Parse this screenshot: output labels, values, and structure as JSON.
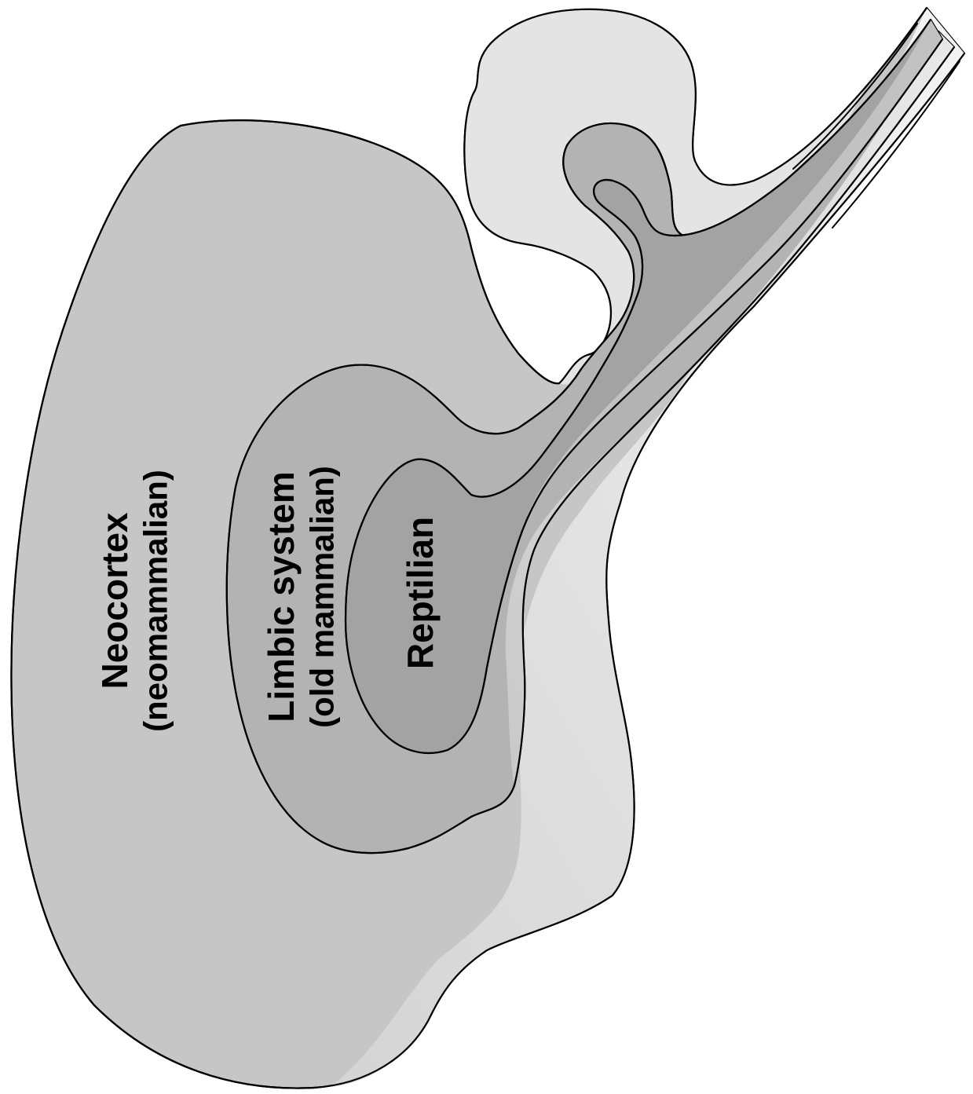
{
  "diagram": {
    "layers": [
      {
        "id": "neocortex",
        "title": "Neocortex",
        "subtitle": "(neomammalian)",
        "fill": "#c6c6c6"
      },
      {
        "id": "limbic",
        "title": "Limbic system",
        "subtitle": "(old mammalian)",
        "fill": "#b3b3b3"
      },
      {
        "id": "reptilian",
        "title": "Reptilian",
        "subtitle": "",
        "fill": "#a3a3a3"
      }
    ],
    "colors": {
      "outline": "#000000",
      "background": "#ffffff",
      "stem_light": "#efefef",
      "stem_mid": "#dedede"
    }
  }
}
